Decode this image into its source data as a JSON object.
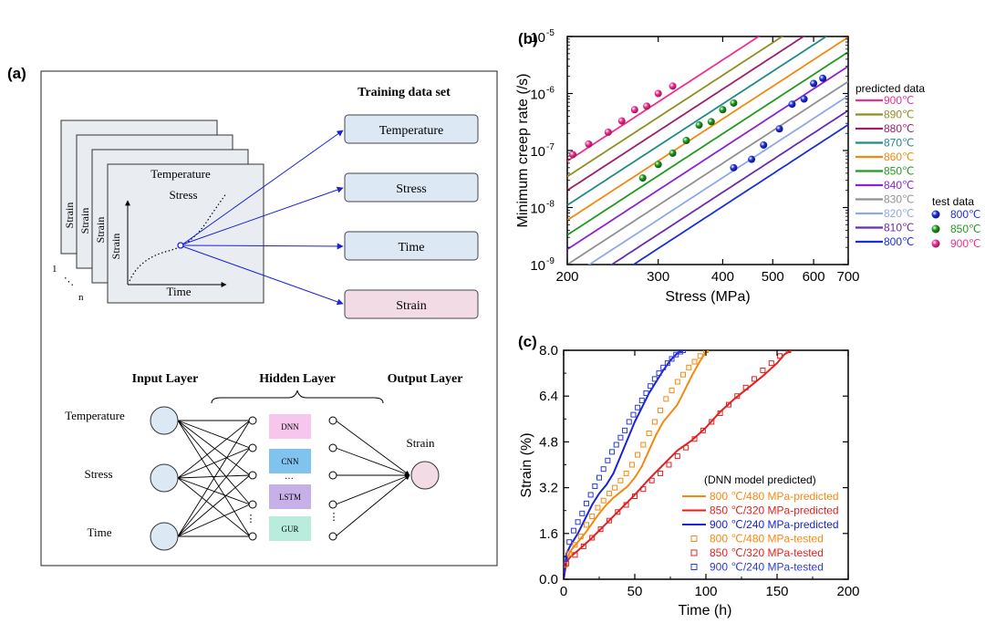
{
  "panel_labels": {
    "a": "(a)",
    "b": "(b)",
    "c": "(c)"
  },
  "panel_a": {
    "training_title": "Training data set",
    "boxes": [
      "Temperature",
      "Stress",
      "Time",
      "Strain"
    ],
    "box_colors": [
      "#dce8f4",
      "#dce8f4",
      "#dce8f4",
      "#f2dbe4"
    ],
    "card_labels": {
      "temperature": "Temperature",
      "stress": "Stress",
      "strain_axis": "Strain",
      "time_axis": "Time"
    },
    "stack_one": "1",
    "stack_n": "n",
    "stack_dots": "⋱",
    "layer_titles": {
      "input": "Input Layer",
      "hidden": "Hidden Layer",
      "output": "Output Layer"
    },
    "inputs": [
      "Temperature",
      "Stress",
      "Time"
    ],
    "output": "Strain",
    "models": [
      {
        "name": "DNN",
        "color": "#f7c6ec"
      },
      {
        "name": "CNN",
        "color": "#7fc3ee"
      },
      {
        "name": "LSTM",
        "color": "#c7b0e8"
      },
      {
        "name": "GUR",
        "color": "#b9ecdc"
      }
    ],
    "ellipsis_h": "…",
    "ellipsis_v": "⋮"
  },
  "chart_data": [
    {
      "type": "line",
      "panel": "(b)",
      "xlabel": "Stress (MPa)",
      "ylabel": "Minimum creep rate (/s)",
      "xscale": "log",
      "yscale": "log",
      "xlim": [
        200,
        700
      ],
      "ylim": [
        1e-09,
        1e-05
      ],
      "xticks": [
        "200",
        "300",
        "400",
        "500",
        "600",
        "700"
      ],
      "yticks": [
        {
          "base": "10",
          "exp": "-9"
        },
        {
          "base": "10",
          "exp": "-8"
        },
        {
          "base": "10",
          "exp": "-7"
        },
        {
          "base": "10",
          "exp": "-6"
        },
        {
          "base": "10",
          "exp": "-5"
        }
      ],
      "legend_predicted_title": "predicted data",
      "legend_test_title": "test data",
      "stress_exponent": 5.9,
      "series": [
        {
          "name": "900℃",
          "color": "#ee2f8f",
          "rate_at_200MPa": 6.5e-08
        },
        {
          "name": "890℃",
          "color": "#8f8f20",
          "rate_at_200MPa": 3.5e-08
        },
        {
          "name": "880℃",
          "color": "#9c1f6e",
          "rate_at_200MPa": 2e-08
        },
        {
          "name": "870℃",
          "color": "#1f8a8a",
          "rate_at_200MPa": 1.1e-08
        },
        {
          "name": "860℃",
          "color": "#f5880f",
          "rate_at_200MPa": 6e-09
        },
        {
          "name": "850℃",
          "color": "#1f9a1f",
          "rate_at_200MPa": 3.3e-09
        },
        {
          "name": "840℃",
          "color": "#8a22d6",
          "rate_at_200MPa": 1.85e-09
        },
        {
          "name": "830℃",
          "color": "#909090",
          "rate_at_200MPa": 1e-09
        },
        {
          "name": "820℃",
          "color": "#8fa8ea",
          "rate_at_200MPa": 5.6e-10
        },
        {
          "name": "810℃",
          "color": "#6a2ab0",
          "rate_at_200MPa": 3.1e-10
        },
        {
          "name": "800℃",
          "color": "#1a2ed8",
          "rate_at_200MPa": 1.75e-10
        }
      ],
      "test_data": [
        {
          "name": "800℃",
          "color": "#2030e0",
          "points": [
            [
              420,
              5e-08
            ],
            [
              455,
              7e-08
            ],
            [
              480,
              1.25e-07
            ],
            [
              515,
              2.4e-07
            ],
            [
              545,
              6.5e-07
            ],
            [
              575,
              8e-07
            ],
            [
              600,
              1.5e-06
            ],
            [
              625,
              1.85e-06
            ]
          ]
        },
        {
          "name": "850℃",
          "color": "#1f9a1f",
          "points": [
            [
              280,
              3.3e-08
            ],
            [
              300,
              5.7e-08
            ],
            [
              320,
              9e-08
            ],
            [
              340,
              1.5e-07
            ],
            [
              360,
              2.8e-07
            ],
            [
              380,
              3.2e-07
            ],
            [
              400,
              5.2e-07
            ],
            [
              420,
              6.8e-07
            ]
          ]
        },
        {
          "name": "900℃",
          "color": "#ee2f8f",
          "points": [
            [
              205,
              8.5e-08
            ],
            [
              220,
              1.3e-07
            ],
            [
              240,
              2.1e-07
            ],
            [
              255,
              3.3e-07
            ],
            [
              270,
              5.2e-07
            ],
            [
              285,
              6e-07
            ],
            [
              300,
              1e-06
            ],
            [
              320,
              1.35e-06
            ]
          ]
        }
      ]
    },
    {
      "type": "line",
      "panel": "(c)",
      "xlabel": "Time (h)",
      "ylabel": "Strain (%)",
      "xlim": [
        0,
        200
      ],
      "ylim": [
        0,
        8.0
      ],
      "xticks": [
        "0",
        "50",
        "100",
        "150",
        "200"
      ],
      "yticks": [
        "0.0",
        "1.6",
        "3.2",
        "4.8",
        "6.4",
        "8.0"
      ],
      "legend_title": "(DNN model predicted)",
      "series": [
        {
          "name": "800 ℃/480 MPa-predicted",
          "color": "#f5880f",
          "style": "line",
          "x": [
            0,
            2,
            5,
            10,
            15,
            20,
            25,
            30,
            35,
            40,
            45,
            50,
            55,
            60,
            65,
            70,
            75,
            80,
            85,
            90,
            95,
            100,
            102
          ],
          "y": [
            0,
            0.7,
            1.0,
            1.3,
            1.6,
            1.95,
            2.3,
            2.6,
            2.85,
            3.05,
            3.25,
            3.55,
            3.95,
            4.5,
            5.05,
            5.5,
            5.8,
            6.1,
            6.6,
            7.1,
            7.55,
            7.95,
            8.0
          ]
        },
        {
          "name": "850 ℃/320 MPa-predicted",
          "color": "#e32020",
          "style": "line",
          "x": [
            0,
            2,
            5,
            10,
            20,
            30,
            40,
            50,
            60,
            70,
            80,
            90,
            100,
            110,
            120,
            130,
            140,
            150,
            155,
            160
          ],
          "y": [
            0,
            0.6,
            0.8,
            1.0,
            1.45,
            1.95,
            2.45,
            2.95,
            3.5,
            4.0,
            4.5,
            4.85,
            5.3,
            5.85,
            6.3,
            6.7,
            7.1,
            7.55,
            7.85,
            8.0
          ]
        },
        {
          "name": "900 ℃/240 MPa-predicted",
          "color": "#1a22d8",
          "style": "line",
          "x": [
            0,
            2,
            5,
            10,
            15,
            20,
            25,
            30,
            35,
            40,
            45,
            50,
            55,
            60,
            65,
            70,
            75,
            80,
            84
          ],
          "y": [
            0,
            0.9,
            1.2,
            1.6,
            2.1,
            2.6,
            3.0,
            3.3,
            3.7,
            4.3,
            4.9,
            5.5,
            6.0,
            6.5,
            6.9,
            7.3,
            7.65,
            7.9,
            8.0
          ]
        },
        {
          "name": "800 ℃/480 MPa-tested",
          "color": "#f5880f",
          "style": "open-square",
          "x": [
            1,
            4,
            8,
            12,
            16,
            20,
            24,
            28,
            32,
            36,
            40,
            44,
            48,
            52,
            56,
            60,
            64,
            68,
            72,
            76,
            80,
            84,
            88,
            92,
            96,
            100
          ],
          "y": [
            0.5,
            0.9,
            1.2,
            1.5,
            1.9,
            2.2,
            2.5,
            2.75,
            3.0,
            3.2,
            3.45,
            3.7,
            4.0,
            4.35,
            4.7,
            5.1,
            5.5,
            5.9,
            6.3,
            6.6,
            6.9,
            7.15,
            7.4,
            7.6,
            7.8,
            8.0
          ]
        },
        {
          "name": "850 ℃/320 MPa-tested",
          "color": "#e32020",
          "style": "open-square",
          "x": [
            2,
            8,
            14,
            20,
            26,
            32,
            38,
            44,
            50,
            56,
            62,
            68,
            74,
            80,
            86,
            92,
            98,
            104,
            110,
            116,
            122,
            128,
            134,
            140,
            146,
            152,
            158
          ],
          "y": [
            0.55,
            0.85,
            1.15,
            1.45,
            1.75,
            2.05,
            2.35,
            2.6,
            2.9,
            3.15,
            3.45,
            3.7,
            4.0,
            4.3,
            4.6,
            4.9,
            5.2,
            5.5,
            5.8,
            6.1,
            6.4,
            6.7,
            7.0,
            7.3,
            7.55,
            7.8,
            8.0
          ]
        },
        {
          "name": "900 ℃/240 MPa-tested",
          "color": "#2a3ad8",
          "style": "open-square",
          "x": [
            1,
            4,
            7,
            10,
            13,
            16,
            19,
            22,
            25,
            28,
            31,
            34,
            37,
            40,
            43,
            46,
            49,
            52,
            55,
            58,
            61,
            64,
            67,
            70,
            73,
            76,
            79,
            82,
            84
          ],
          "y": [
            0.7,
            1.3,
            1.7,
            2.0,
            2.3,
            2.65,
            2.95,
            3.25,
            3.55,
            3.85,
            4.15,
            4.45,
            4.7,
            4.95,
            5.2,
            5.5,
            5.75,
            6.0,
            6.25,
            6.5,
            6.75,
            7.0,
            7.2,
            7.4,
            7.55,
            7.7,
            7.85,
            7.95,
            8.0
          ]
        }
      ]
    }
  ]
}
